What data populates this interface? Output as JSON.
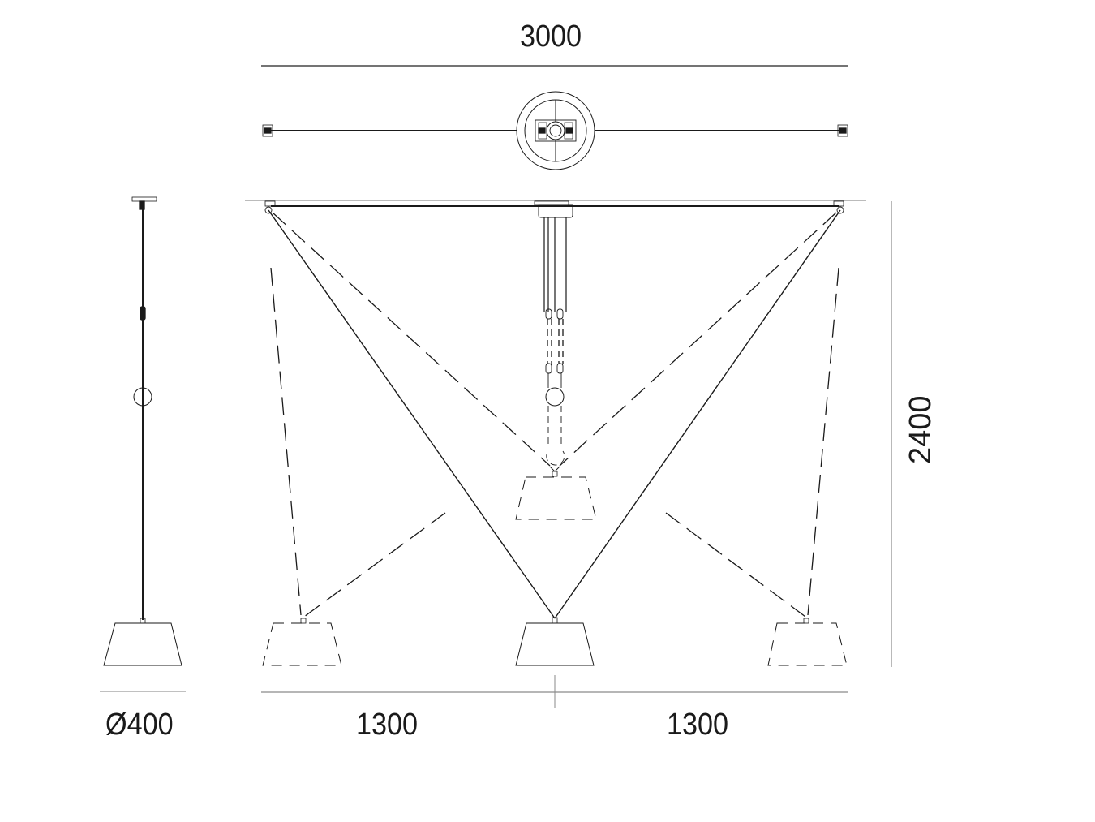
{
  "diagram": {
    "type": "technical-dimension-drawing",
    "subject": "pendant lamp with three shades on ceiling cable system",
    "colors": {
      "line": "#1a1a1a",
      "dimension_line": "#8a8a8a",
      "background": "#ffffff"
    },
    "views": [
      {
        "name": "top-view",
        "description": "ceiling rose with two cable anchors"
      },
      {
        "name": "side-view",
        "description": "single pendant with shade"
      },
      {
        "name": "front-view",
        "description": "three shades suspended, dashed alternative positions"
      }
    ],
    "dimensions": {
      "total_width": "3000",
      "height": "2400",
      "shade_diameter": "Ø400",
      "left_span": "1300",
      "right_span": "1300"
    }
  }
}
